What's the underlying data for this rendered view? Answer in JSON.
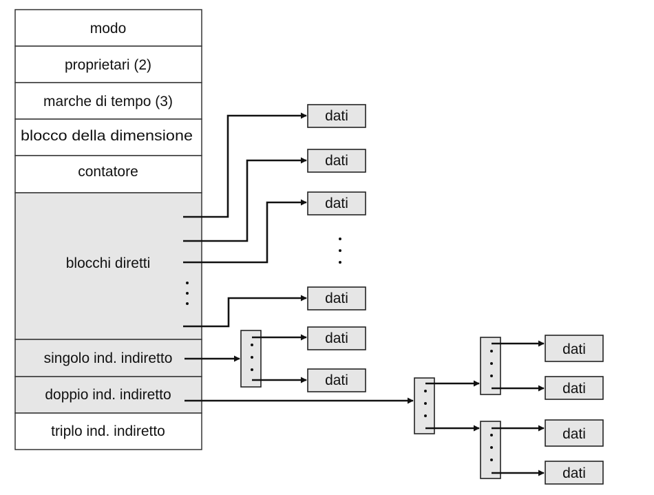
{
  "inode": {
    "fields": [
      {
        "label": "modo",
        "shaded": false
      },
      {
        "label": "proprietari (2)",
        "shaded": false
      },
      {
        "label": "marche di tempo (3)",
        "shaded": false
      },
      {
        "label": "blocco della dimensione",
        "shaded": false
      },
      {
        "label": "contatore",
        "shaded": false
      },
      {
        "label": "blocchi diretti",
        "shaded": true
      },
      {
        "label": "singolo ind. indiretto",
        "shaded": true
      },
      {
        "label": "doppio ind. indiretto",
        "shaded": true
      },
      {
        "label": "triplo ind. indiretto",
        "shaded": false
      }
    ]
  },
  "data_block_label": "dati",
  "colors": {
    "table_fill": "#ffffff",
    "shaded_fill": "#e6e6e6",
    "block_fill": "#e6e6e6",
    "line": "#111111"
  }
}
